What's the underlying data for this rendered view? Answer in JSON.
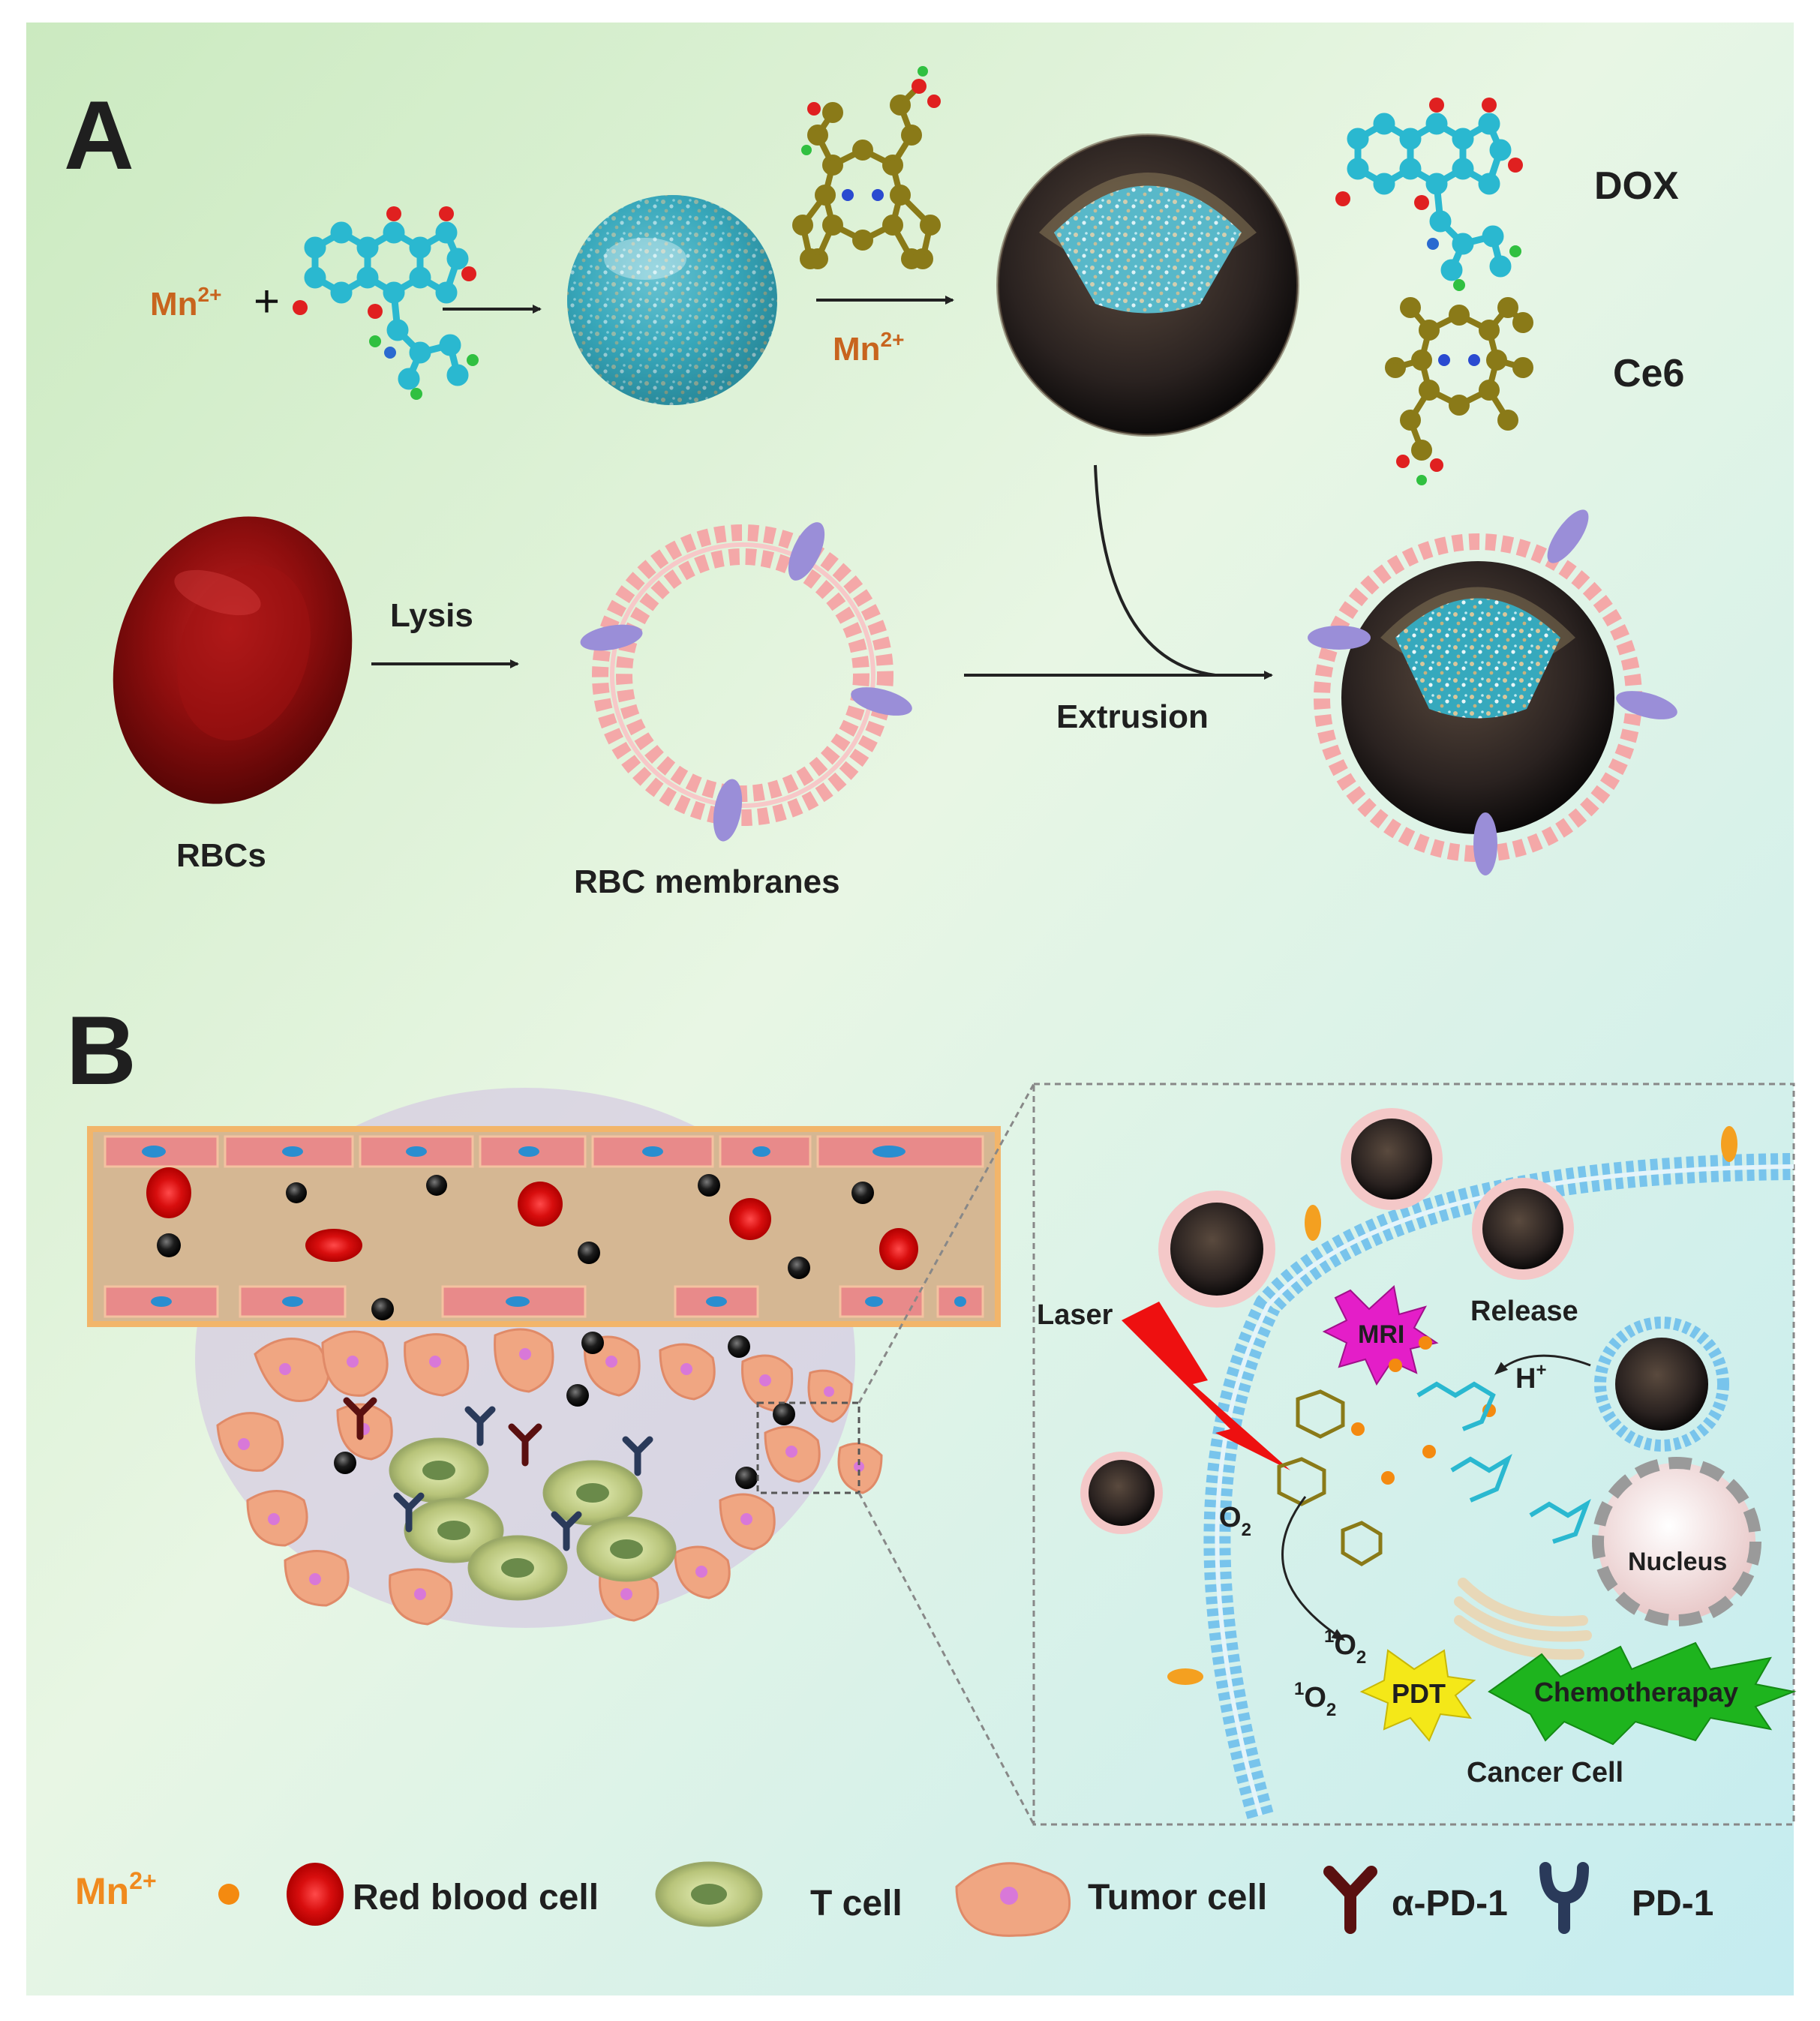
{
  "panel_a": {
    "label": "A",
    "mn_left": "Mn",
    "mn_left_sup": "2+",
    "plus": "+",
    "mn_arrow": "Mn",
    "mn_arrow_sup": "2+",
    "dox": "DOX",
    "ce6": "Ce6",
    "lysis": "Lysis",
    "extrusion": "Extrusion",
    "rbcs": "RBCs",
    "rbc_membranes": "RBC membranes"
  },
  "panel_b": {
    "label": "B",
    "laser": "Laser",
    "mri": "MRI",
    "release": "Release",
    "h_plus": "H",
    "h_plus_sup": "+",
    "o2": "O",
    "o2_sub": "2",
    "singlet_sup": "1",
    "singlet_o": "O",
    "singlet_sub": "2",
    "pdt": "PDT",
    "chemotherapy": "Chemotherapay",
    "nucleus": "Nucleus",
    "cancer_cell": "Cancer Cell"
  },
  "legend": {
    "mn": "Mn",
    "mn_sup": "2+",
    "red_blood_cell": "Red blood cell",
    "t_cell": "T cell",
    "tumor_cell": "Tumor cell",
    "alpha_pd1": "α-PD-1",
    "pd1": "PD-1"
  },
  "colors": {
    "mn_orange": "#c8641e",
    "rbc_red": "#d01010",
    "membrane_pink": "#f4a8a8",
    "protein_purple": "#9a8ed8",
    "dox_cyan": "#2ab8d0",
    "ce6_olive": "#8a7a18",
    "membrane_blue": "#78c4ec",
    "tumor_salmon": "#f0a682",
    "nucleus_magenta": "#d878d8"
  }
}
